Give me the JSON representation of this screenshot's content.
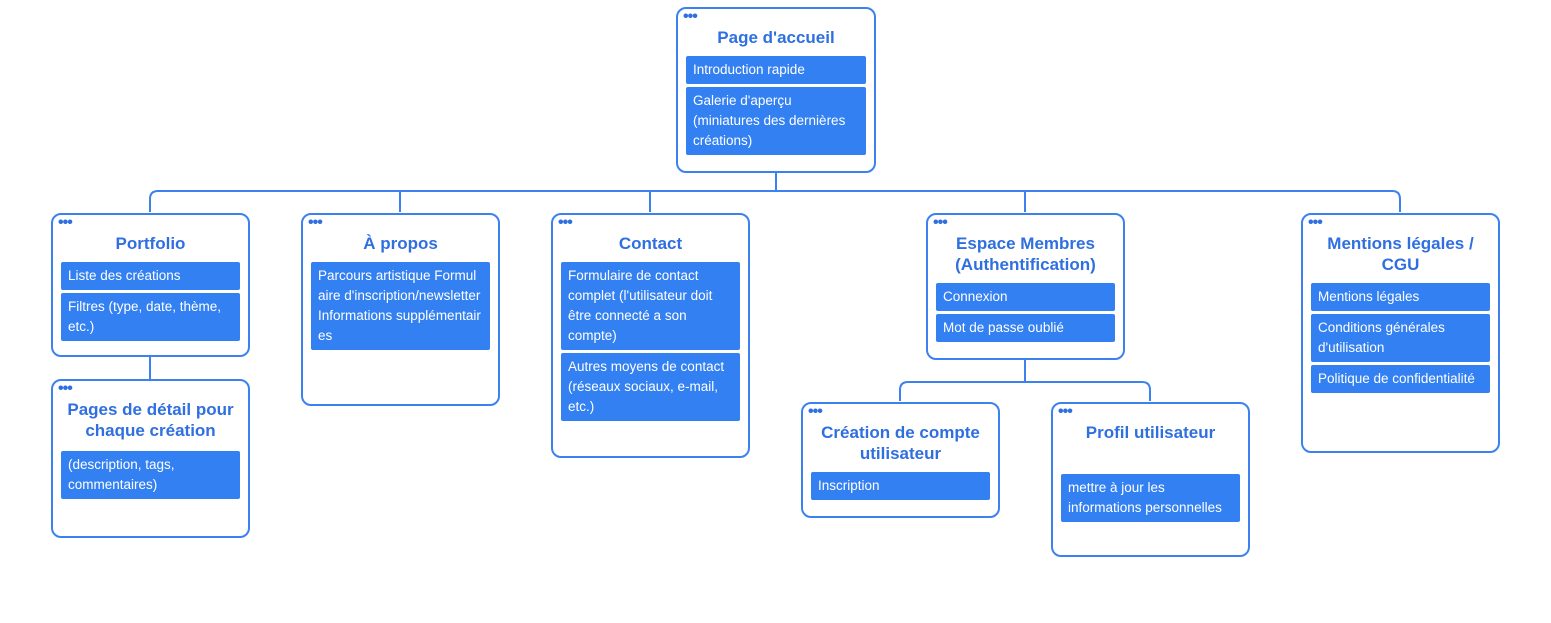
{
  "colors": {
    "accent": "#3b82f0",
    "title": "#2f6fe0",
    "item_bg": "#3380f2",
    "item_text": "#ffffff"
  },
  "menu_icon": "three-dots-icon",
  "menu_dots": "•••",
  "nodes": {
    "home": {
      "title": "Page d'accueil",
      "items": [
        "Introduction rapide",
        "Galerie d'aperçu (miniatures des dernières créations)"
      ]
    },
    "portfolio": {
      "title": "Portfolio",
      "items": [
        "Liste des créations",
        "Filtres (type, date, thème, etc.)"
      ]
    },
    "details": {
      "title": "Pages de détail pour chaque création",
      "items": [
        "(description, tags, commentaires)"
      ]
    },
    "about": {
      "title": "À propos",
      "items": [
        "Parcours artistique Formulaire d'inscription/newsletter Informations supplémentaires"
      ]
    },
    "contact": {
      "title": "Contact",
      "items": [
        "Formulaire de contact complet (l'utilisateur doit être connecté a son compte)",
        "Autres moyens de contact (réseaux sociaux, e-mail, etc.)"
      ]
    },
    "members": {
      "title": "Espace Membres (Authentification)",
      "items": [
        "Connexion",
        "Mot de passe oublié"
      ]
    },
    "signup": {
      "title": "Création de compte utilisateur",
      "items": [
        "Inscription"
      ]
    },
    "profile": {
      "title": "Profil utilisateur",
      "items": [
        "mettre à jour les informations personnelles"
      ]
    },
    "legal": {
      "title": "Mentions légales / CGU",
      "items": [
        "Mentions légales",
        "Conditions générales d'utilisation",
        "Politique de confidentialité"
      ]
    }
  }
}
